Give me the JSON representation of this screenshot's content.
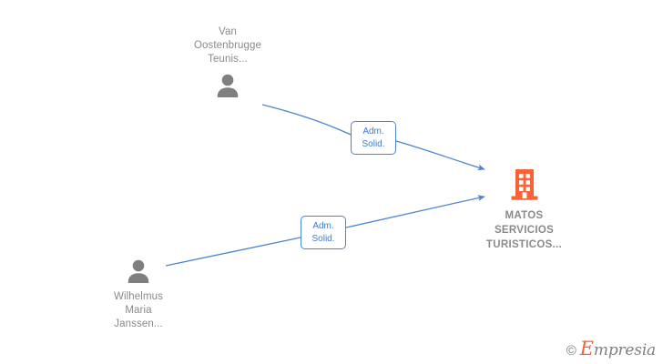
{
  "graph": {
    "type": "relationship-network",
    "background_color": "#ffffff",
    "person_color": "#7f7f7f",
    "company_color": "#fa6338",
    "edge_color": "#4a86d0",
    "label_text_color": "#8a8a8a",
    "nodes": [
      {
        "id": "person-1",
        "kind": "person",
        "icon": "person-icon",
        "label": "Van\nOostenbrugge\nTeunis...",
        "label_position": "above"
      },
      {
        "id": "person-2",
        "kind": "person",
        "icon": "person-icon",
        "label": "Wilhelmus\nMaria\nJanssen...",
        "label_position": "below"
      },
      {
        "id": "company",
        "kind": "company",
        "icon": "building-icon",
        "label": "MATOS\nSERVICIOS\nTURISTICOS...",
        "label_position": "below"
      }
    ],
    "edges": [
      {
        "id": "edge-1",
        "from": "person-1",
        "to": "company",
        "label": "Adm.\nSolid.",
        "arrow": "to"
      },
      {
        "id": "edge-2",
        "from": "person-2",
        "to": "company",
        "label": "Adm.\nSolid.",
        "arrow": "to"
      }
    ]
  },
  "watermark": {
    "copyright": "©",
    "brand_initial": "E",
    "brand_rest": "mpresia"
  }
}
